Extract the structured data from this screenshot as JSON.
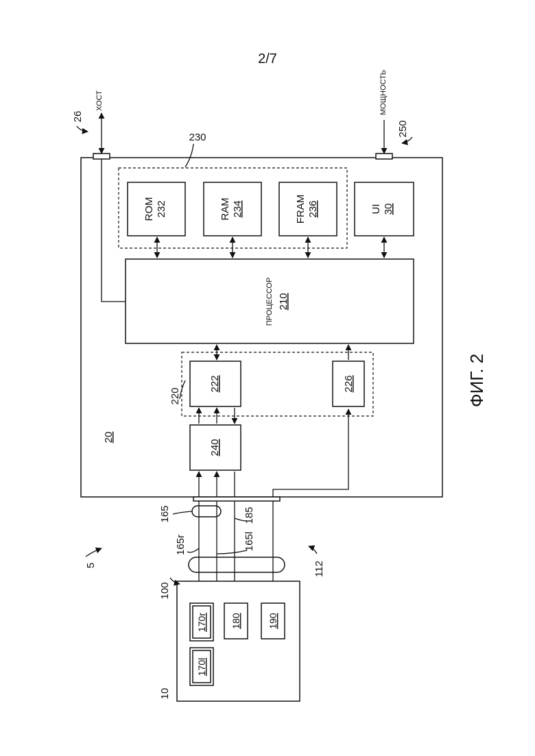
{
  "page_number": "2/7",
  "figure_caption": "ФИГ. 2",
  "refs": {
    "system": "5",
    "device": "20",
    "host_ref": "26",
    "host_label": "ХОСТ",
    "power_ref": "250",
    "power_label": "МОЩНОСТЬ",
    "memory_group": "230",
    "rom_label": "ROM",
    "rom_ref": "232",
    "ram_label": "RAM",
    "ram_ref": "234",
    "fram_label": "FRAM",
    "fram_ref": "236",
    "ui_label": "UI",
    "ui_ref": "30",
    "processor_label": "ПРОЦЕССОР",
    "processor_ref": "210",
    "interface_group": "220",
    "block_222": "222",
    "block_226": "226",
    "block_240": "240",
    "connector_165": "165",
    "wire_165r": "165r",
    "wire_165l": "165l",
    "wire_185": "185",
    "component_10": "10",
    "component_100": "100",
    "cable_112": "112",
    "sensor_170l": "170l",
    "sensor_170r": "170r",
    "block_180": "180",
    "block_190": "190"
  }
}
